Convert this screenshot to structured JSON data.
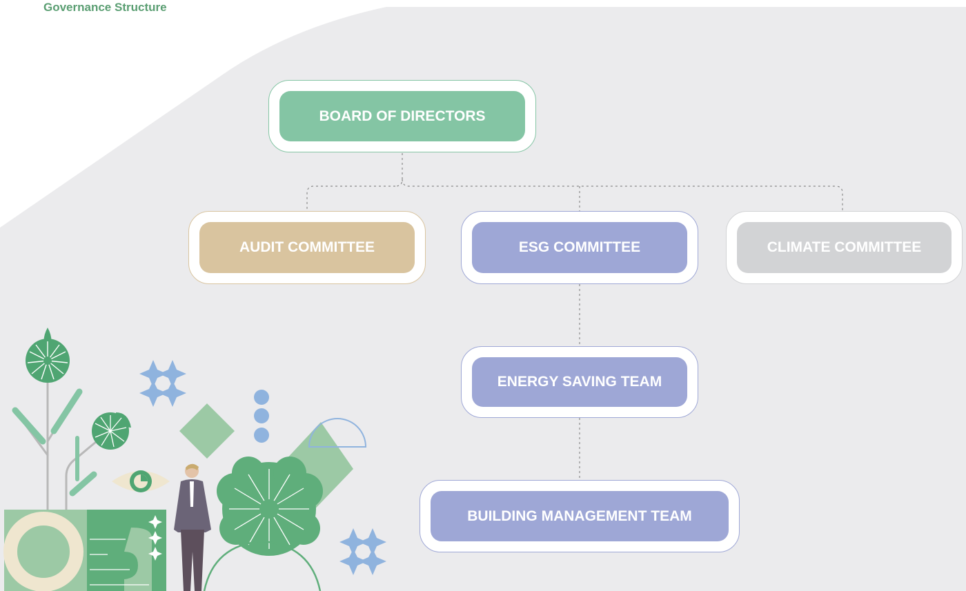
{
  "page": {
    "title": "Governance Structure"
  },
  "colors": {
    "title": "#5a9e72",
    "board": "#84c5a4",
    "audit": "#d9c49f",
    "esg": "#9ea7d6",
    "climate": "#d2d3d5",
    "background_panel": "#ebebed",
    "connector": "#8a8a8a"
  },
  "nodes": {
    "board": {
      "label": "BOARD OF DIRECTORS"
    },
    "audit": {
      "label": "AUDIT COMMITTEE"
    },
    "esg": {
      "label": "ESG COMMITTEE"
    },
    "climate": {
      "label": "CLIMATE COMMITTEE"
    },
    "energy": {
      "label": "ENERGY SAVING TEAM"
    },
    "building": {
      "label": "BUILDING MANAGEMENT TEAM"
    }
  },
  "edges": [
    {
      "from": "BOARD OF DIRECTORS",
      "to": "AUDIT COMMITTEE"
    },
    {
      "from": "BOARD OF DIRECTORS",
      "to": "ESG COMMITTEE"
    },
    {
      "from": "BOARD OF DIRECTORS",
      "to": "CLIMATE COMMITTEE"
    },
    {
      "from": "ESG COMMITTEE",
      "to": "ENERGY SAVING TEAM"
    },
    {
      "from": "ENERGY SAVING TEAM",
      "to": "BUILDING MANAGEMENT TEAM"
    }
  ]
}
